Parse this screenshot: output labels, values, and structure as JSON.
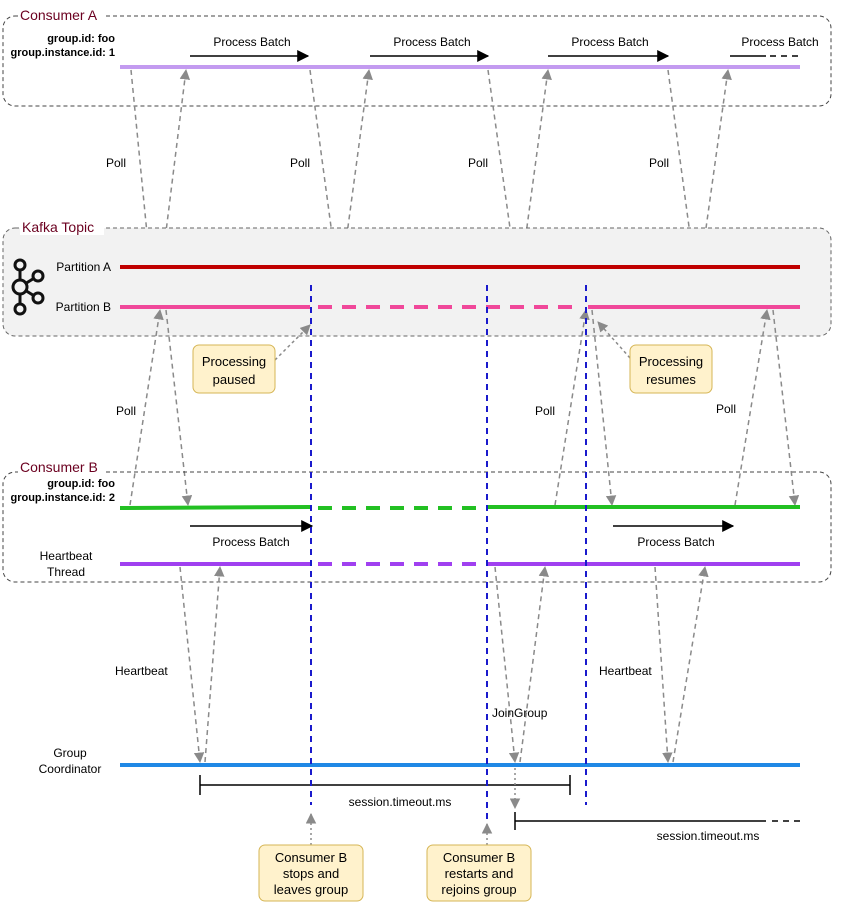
{
  "consumer_a": {
    "title": "Consumer A",
    "group_id": "group.id: foo",
    "instance_id": "group.instance.id: 1",
    "process_labels": [
      "Process Batch",
      "Process Batch",
      "Process Batch",
      "Process Batch"
    ],
    "poll_labels": [
      "Poll",
      "Poll",
      "Poll",
      "Poll"
    ],
    "line_color": "#c39bf0"
  },
  "kafka_topic": {
    "title": "Kafka Topic",
    "partition_a": "Partition A",
    "partition_b": "Partition B",
    "partition_a_color": "#c00000",
    "partition_b_color": "#f0489a",
    "logo_icon": "kafka-logo-icon"
  },
  "notes": {
    "processing_paused": [
      "Processing",
      "paused"
    ],
    "processing_resumes": [
      "Processing",
      "resumes"
    ],
    "consumer_b_leaves": [
      "Consumer B",
      "stops and",
      "leaves group"
    ],
    "consumer_b_rejoins": [
      "Consumer B",
      "restarts and",
      "rejoins group"
    ]
  },
  "consumer_b": {
    "title": "Consumer B",
    "group_id": "group.id: foo",
    "instance_id": "group.instance.id: 2",
    "heartbeat_thread": [
      "Heartbeat",
      "Thread"
    ],
    "process_labels": [
      "Process Batch",
      "Process Batch"
    ],
    "poll_labels": [
      "Poll",
      "Poll",
      "Poll"
    ],
    "line_color": "#22c022",
    "heartbeat_color": "#a040f0"
  },
  "coordinator": {
    "label": [
      "Group",
      "Coordinator"
    ],
    "heartbeat_labels": [
      "Heartbeat",
      "Heartbeat"
    ],
    "join_group": "JoinGroup",
    "session_timeout_labels": [
      "session.timeout.ms",
      "session.timeout.ms"
    ],
    "line_color": "#1f88e5"
  }
}
